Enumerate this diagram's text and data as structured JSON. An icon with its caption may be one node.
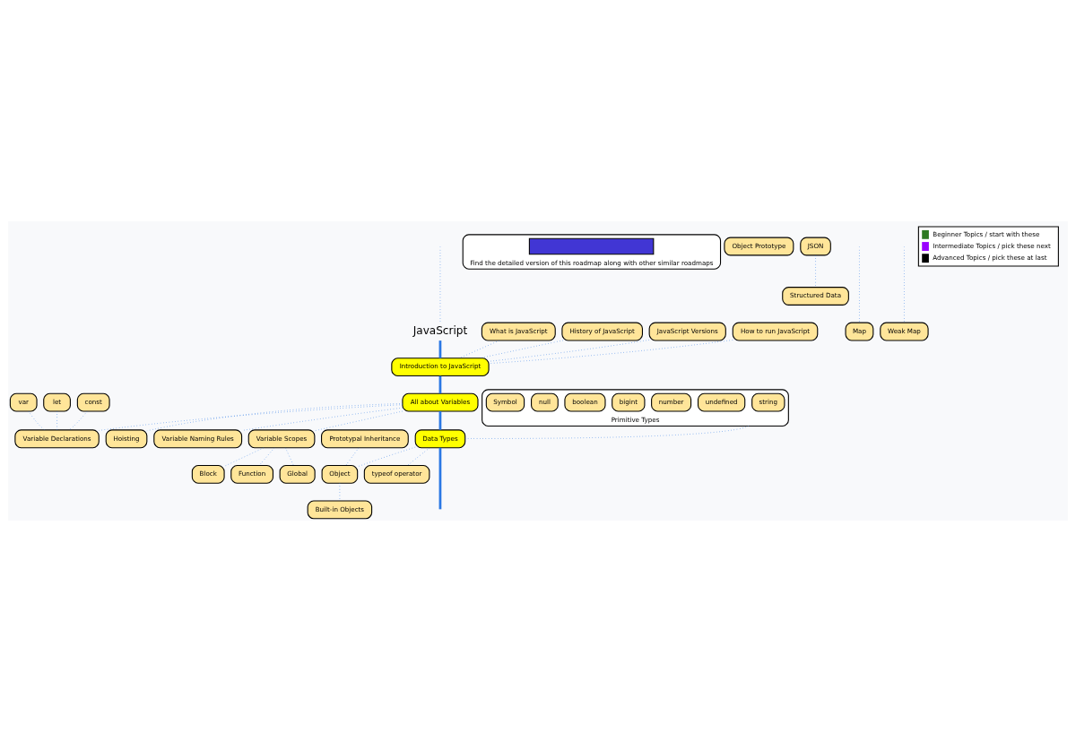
{
  "diagram": {
    "nodes": [
      {
        "text": [
          "JavaScript"
        ]
      },
      {
        "text": [
          "Find the detailed version of this roadmap along with other similar roadmaps"
        ]
      },
      {
        "text": [],
        "shape": "box",
        "in": 1
      },
      {
        "text": [
          "Introduction to JavaScript"
        ]
      },
      {
        "text": [
          "All about Variables"
        ]
      },
      {
        "text": [
          "What is JavaScript"
        ]
      },
      {
        "text": [
          "History of JavaScript"
        ]
      },
      {
        "text": [
          "JavaScript Versions"
        ]
      },
      {
        "text": [
          "How to run JavaScript"
        ]
      },
      {
        "text": [
          "var"
        ]
      },
      {
        "text": [
          "let"
        ]
      },
      {
        "text": [
          "const"
        ]
      },
      {
        "text": [
          "Variable Declarations"
        ]
      },
      {
        "text": [
          "Hoisting"
        ]
      },
      {
        "text": [
          "Variable Naming Rules"
        ]
      },
      {
        "text": [
          "Variable Scopes"
        ]
      },
      {
        "text": [
          "Block"
        ]
      },
      {
        "text": [
          "Function"
        ]
      },
      {
        "text": [
          "Global"
        ]
      },
      {
        "text": [
          "Primitive Types"
        ]
      },
      {
        "text": [
          "string"
        ],
        "in": 19
      },
      {
        "text": [
          "undefined"
        ],
        "in": 19
      },
      {
        "text": [
          "number"
        ],
        "in": 19
      },
      {
        "text": [
          "bigint"
        ],
        "in": 19
      },
      {
        "text": [
          "boolean"
        ],
        "in": 19
      },
      {
        "text": [
          "null"
        ],
        "in": 19
      },
      {
        "text": [
          "Symbol"
        ],
        "in": 19
      },
      {
        "text": [
          "Data Types"
        ]
      },
      {
        "text": [
          "Object Prototype"
        ]
      },
      {
        "text": [
          "Prototypal Inheritance"
        ]
      },
      {
        "text": [
          "Object"
        ]
      },
      {
        "text": [
          "typeof operator"
        ]
      },
      {
        "text": [
          "Built-in Objects"
        ]
      },
      {
        "text": [
          "JSON"
        ]
      },
      {
        "text": [
          "Structured Data"
        ]
      },
      {
        "text": [
          "Map"
        ]
      },
      {
        "text": [
          "Weak Map"
        ]
      }
    ],
    "edges": [
      {
        "from": null,
        "to": 0,
        "arrow": "none",
        "style": "dashed"
      },
      {
        "from": 0,
        "to": 3,
        "arrow": "none",
        "style": "thick"
      },
      {
        "from": 3,
        "to": 4,
        "arrow": "none",
        "style": "thick"
      },
      {
        "from": 4,
        "to": 27,
        "arrow": "none",
        "style": "thick"
      },
      {
        "from": 27,
        "to": null,
        "arrow": "none",
        "style": "thick"
      },
      {
        "from": 5,
        "to": 3,
        "arrow": "none",
        "style": "dashed"
      },
      {
        "from": 6,
        "to": 3,
        "arrow": "none",
        "style": "dashed"
      },
      {
        "from": 7,
        "to": 3,
        "arrow": "none",
        "style": "dashed"
      },
      {
        "from": 8,
        "to": 3,
        "arrow": "none",
        "style": "dashed"
      },
      {
        "from": 4,
        "to": 12,
        "arrow": "none",
        "style": "dashed"
      },
      {
        "from": 4,
        "to": 13,
        "arrow": "none",
        "style": "dashed"
      },
      {
        "from": 4,
        "to": 14,
        "arrow": "none",
        "style": "dashed"
      },
      {
        "from": 4,
        "to": 15,
        "arrow": "none",
        "style": "dashed"
      },
      {
        "from": 9,
        "to": 12,
        "arrow": "none",
        "style": "dashed"
      },
      {
        "from": 10,
        "to": 12,
        "arrow": "none",
        "style": "dashed"
      },
      {
        "from": 11,
        "to": 12,
        "arrow": "none",
        "style": "dashed"
      },
      {
        "from": 15,
        "to": 16,
        "arrow": "none",
        "style": "dashed"
      },
      {
        "from": 15,
        "to": 17,
        "arrow": "none",
        "style": "dashed"
      },
      {
        "from": 15,
        "to": 18,
        "arrow": "none",
        "style": "dashed"
      },
      {
        "from": 19,
        "to": 27,
        "arrow": "none",
        "style": "dashed"
      },
      {
        "from": 27,
        "to": 30,
        "arrow": "none",
        "style": "dashed"
      },
      {
        "from": 27,
        "to": 31,
        "arrow": "none",
        "style": "dashed"
      },
      {
        "from": 30,
        "to": 32,
        "arrow": "none",
        "style": "dashed"
      },
      {
        "from": 29,
        "to": 30,
        "arrow": "none",
        "style": "dashed"
      },
      {
        "from": 33,
        "to": 34,
        "arrow": "none",
        "style": "dashed"
      },
      {
        "from": null,
        "to": 35,
        "arrow": "none",
        "style": "dashed"
      },
      {
        "from": null,
        "to": 36,
        "arrow": "none",
        "style": "dashed"
      }
    ],
    "legend": [
      {
        "text": "Beginner Topics / start with these",
        "color": "#2d7a22"
      },
      {
        "text": "Intermediate Topics / pick these next",
        "color": "#9900ff"
      },
      {
        "text": "Advanced Topics / pick these at last",
        "color": "#000000"
      }
    ]
  }
}
